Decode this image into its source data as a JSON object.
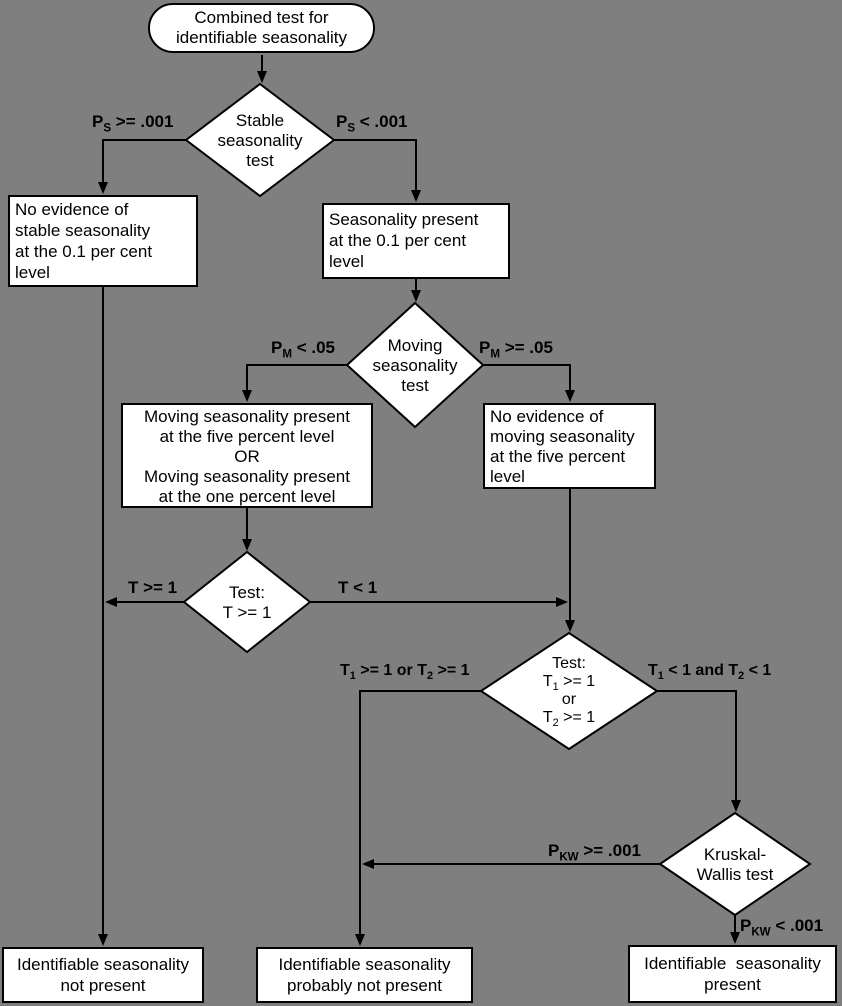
{
  "title": "Combined test for identifiable seasonality",
  "colors": {
    "background": "#7f7f7f",
    "shape_fill": "#ffffff",
    "line": "#000000",
    "text": "#000000"
  },
  "nodes": {
    "start": {
      "lines": [
        "Combined test for",
        "identifiable seasonality"
      ]
    },
    "stable_test": {
      "lines": [
        "Stable",
        "seasonality",
        "test"
      ]
    },
    "no_stable": {
      "lines": [
        "No evidence of",
        "stable seasonality",
        "at the 0.1 per cent",
        "level"
      ]
    },
    "present_01": {
      "lines": [
        "Seasonality present",
        "at the 0.1 per cent",
        "level"
      ]
    },
    "moving_test": {
      "lines": [
        "Moving",
        "seasonality",
        "test"
      ]
    },
    "moving_present": {
      "lines": [
        "Moving seasonality present",
        "at the five percent level",
        "OR",
        "Moving seasonality present",
        "at the one percent level"
      ]
    },
    "no_moving": {
      "lines": [
        "No evidence of",
        "moving seasonality",
        "at the five percent",
        "level"
      ]
    },
    "t_test": {
      "lines": [
        "Test:",
        "T >= 1"
      ]
    },
    "t12_test": {
      "line1": "Test:",
      "line2": {
        "base": "T",
        "sub": "1",
        "rest": " >= 1"
      },
      "line3": "or",
      "line4": {
        "base": "T",
        "sub": "2",
        "rest": " >= 1"
      }
    },
    "kw_test": {
      "lines": [
        "Kruskal-",
        "Wallis test"
      ]
    },
    "not_present": {
      "lines": [
        "Identifiable seasonality",
        "not present"
      ]
    },
    "probably_not_present": {
      "lines": [
        "Identifiable seasonality",
        "probably not present"
      ]
    },
    "present": {
      "lines": [
        "Identifiable  seasonality",
        "present"
      ]
    }
  },
  "labels": {
    "ps_ge": {
      "base": "P",
      "sub": "S",
      "rest": " >= .001"
    },
    "ps_lt": {
      "base": "P",
      "sub": "S",
      "rest": " < .001"
    },
    "pm_lt": {
      "base": "P",
      "sub": "M",
      "rest": " < .05"
    },
    "pm_ge": {
      "base": "P",
      "sub": "M",
      "rest": " >= .05"
    },
    "t_ge": "T >= 1",
    "t_lt": "T < 1",
    "t12_ge": {
      "a": "T",
      "a_sub": "1",
      "b": " >= 1 or T",
      "b_sub": "2",
      "c": " >= 1"
    },
    "t12_lt": {
      "a": "T",
      "a_sub": "1",
      "b": " < 1 and T",
      "b_sub": "2",
      "c": " < 1"
    },
    "pkw_ge": {
      "base": "P",
      "sub": "KW",
      "rest": " >= .001"
    },
    "pkw_lt": {
      "base": "P",
      "sub": "KW",
      "rest": " < .001"
    }
  }
}
